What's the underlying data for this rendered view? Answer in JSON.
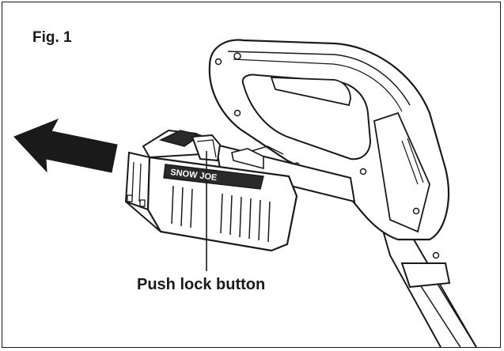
{
  "figure": {
    "label": "Fig. 1",
    "callout": "Push lock button"
  },
  "battery": {
    "brand_text": "SNOW JOE"
  },
  "icons": {
    "direction_arrow": "arrow-left-icon"
  },
  "colors": {
    "ink": "#1a1a1a",
    "paper": "#ffffff",
    "shade": "#2a2a2a"
  }
}
